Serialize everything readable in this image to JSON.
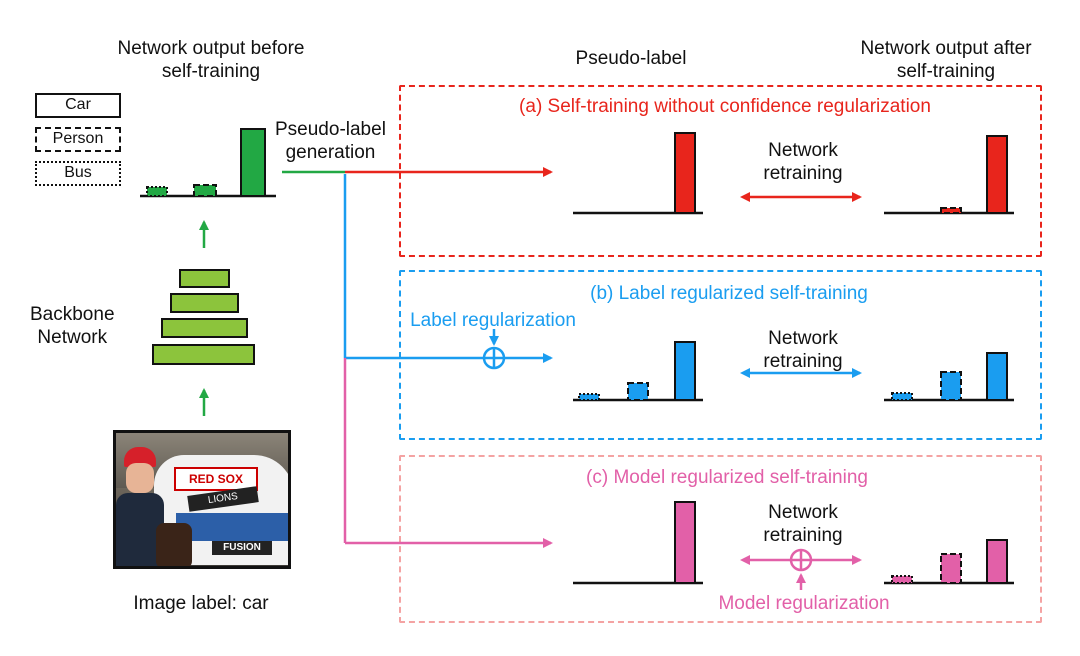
{
  "header": {
    "before_title": [
      "Network output before",
      "self-training"
    ],
    "pseudo_label_title": "Pseudo-label",
    "after_title": [
      "Network output after",
      "self-training"
    ]
  },
  "legend": {
    "car": "Car",
    "person": "Person",
    "bus": "Bus"
  },
  "left": {
    "pseudo_gen": [
      "Pseudo-label",
      "generation"
    ],
    "backbone": [
      "Backbone",
      "Network"
    ],
    "image_label": "Image label: car",
    "photo_text": {
      "banner": "RED SOX",
      "sticker": "LIONS",
      "brand": "FUSION"
    }
  },
  "panels": [
    {
      "title": "(a) Self-training without confidence regularization",
      "retrain": [
        "Network",
        "retraining"
      ],
      "regularizer": ""
    },
    {
      "title": "(b) Label regularized self-training",
      "retrain": [
        "Network",
        "retraining"
      ],
      "regularizer": "Label regularization"
    },
    {
      "title": "(c) Model regularized self-training",
      "retrain": [
        "Network",
        "retraining"
      ],
      "regularizer": "Model regularization"
    }
  ],
  "colors": {
    "green": "#22a844",
    "red": "#e8251c",
    "blue": "#1a9df0",
    "pink": "#e260a8",
    "panel_a_border": "#e8251c",
    "panel_b_border": "#1a9df0",
    "panel_c_border": "#f4a3a3"
  },
  "icons": [
    "circled-plus-icon",
    "arrow-up-icon",
    "double-arrow-icon"
  ]
}
